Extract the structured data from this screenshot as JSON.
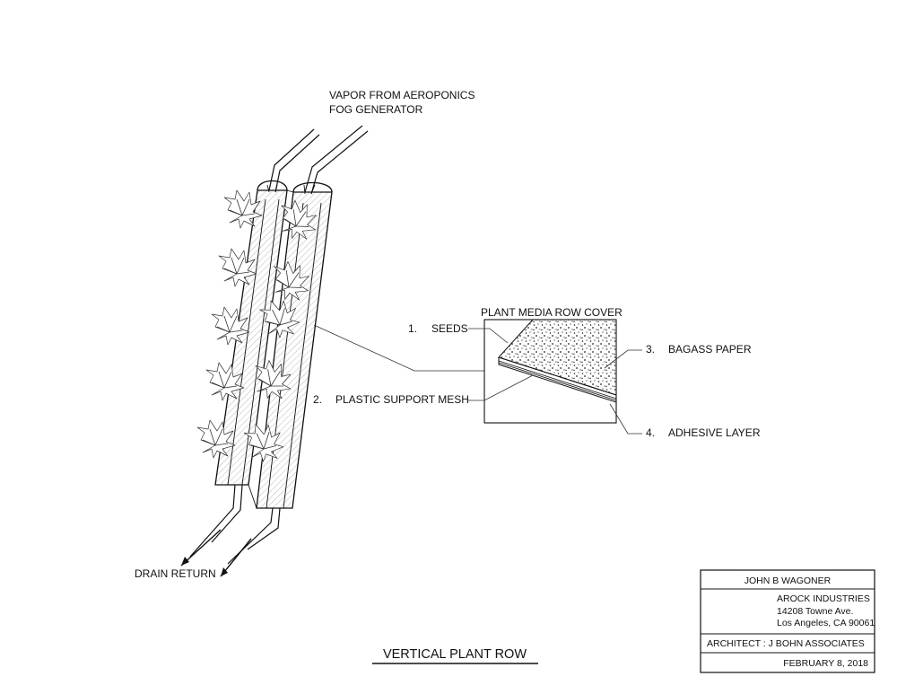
{
  "drawing": {
    "title": "VERTICAL PLANT ROW",
    "top_label_line1": "VAPOR FROM AEROPONICS",
    "top_label_line2": "FOG GENERATOR",
    "bottom_label": "DRAIN RETURN",
    "detail_title": "PLANT MEDIA ROW COVER",
    "callouts": [
      {
        "num": "1.",
        "text": "SEEDS"
      },
      {
        "num": "2.",
        "text": "PLASTIC SUPPORT MESH"
      },
      {
        "num": "3.",
        "text": "BAGASS PAPER"
      },
      {
        "num": "4.",
        "text": "ADHESIVE LAYER"
      }
    ]
  },
  "title_block": {
    "designer": "JOHN  B  WAGONER",
    "company": "AROCK INDUSTRIES",
    "address1": "14208 Towne Ave.",
    "address2": "Los Angeles, CA 90061",
    "architect": "ARCHITECT : J BOHN ASSOCIATES",
    "date": "FEBRUARY 8, 2018"
  }
}
